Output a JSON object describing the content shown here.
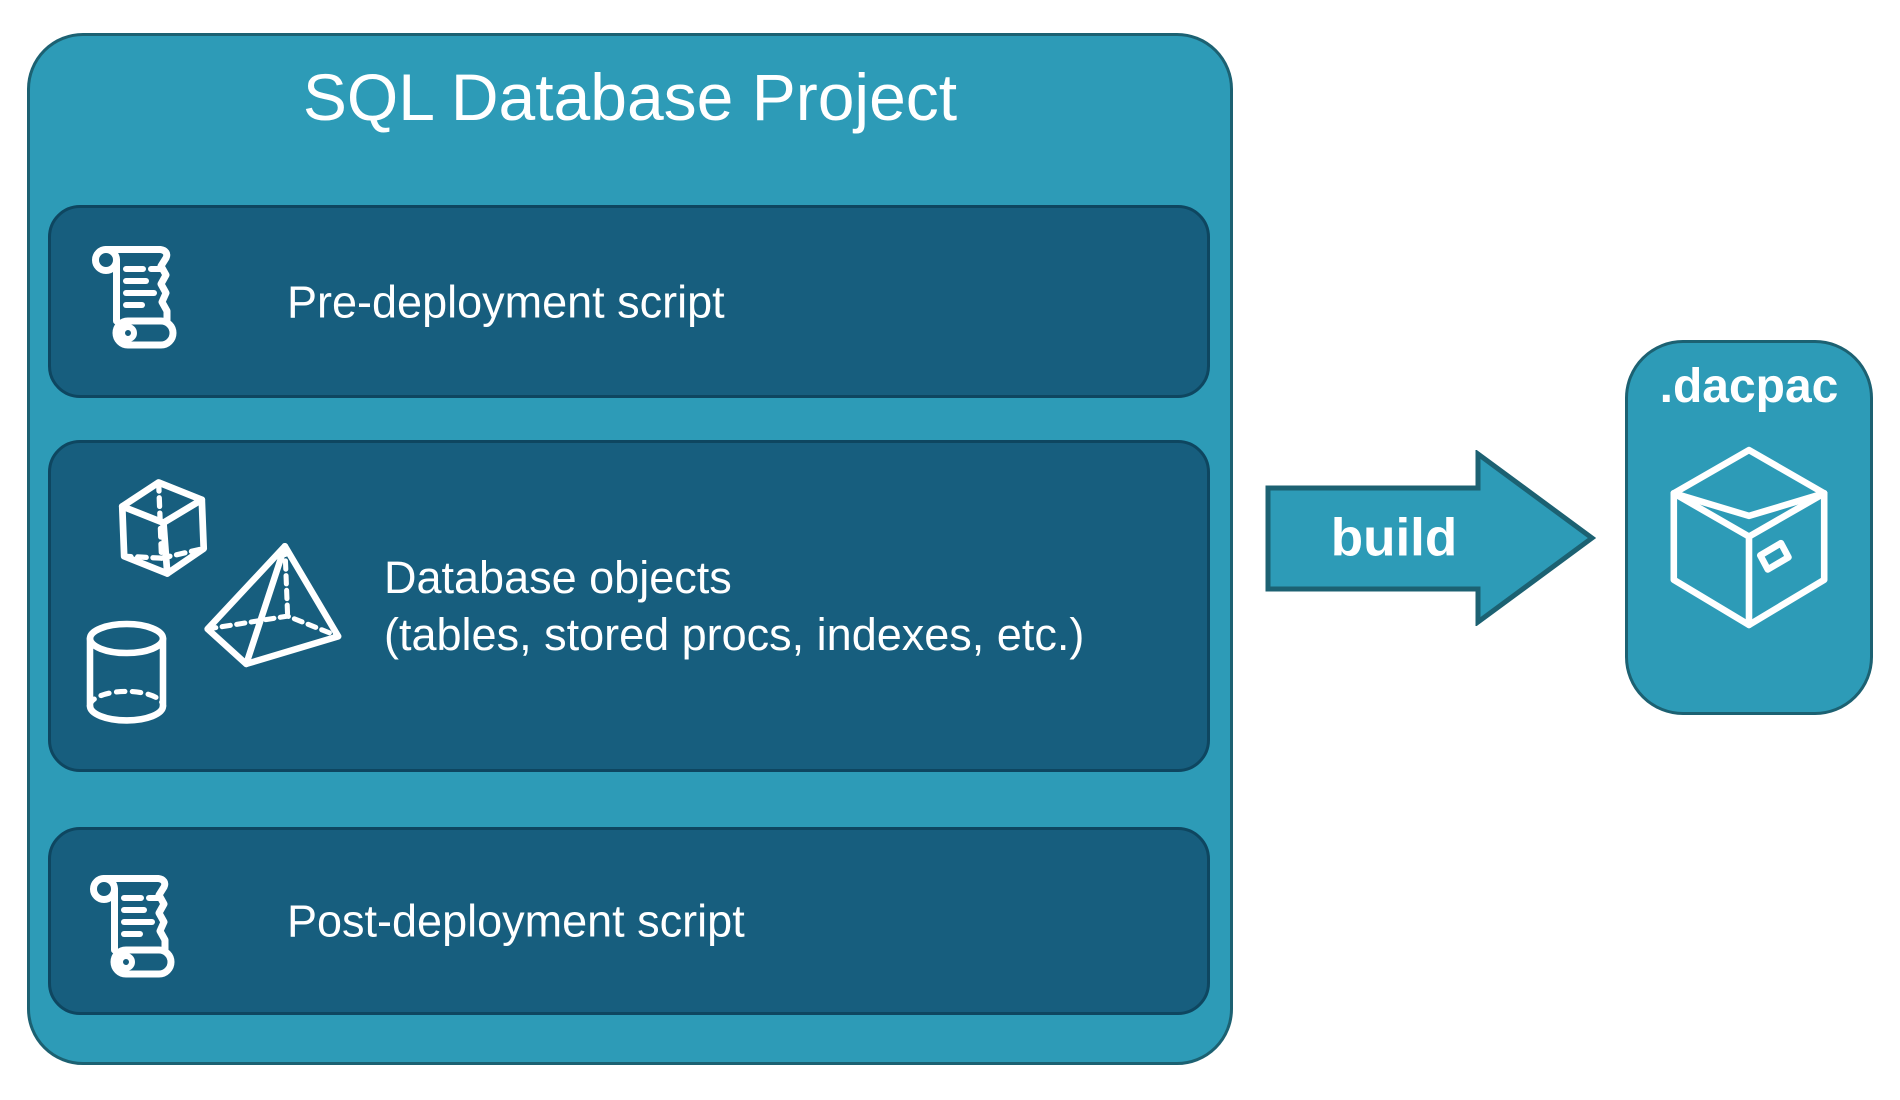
{
  "colors": {
    "canvas_bg": "#FFFFFF",
    "teal": "#2D9BB7",
    "teal_border": "#1C6172",
    "dark_box": "#175E7E",
    "dark_box_border": "#0E4660",
    "text": "#FFFFFF"
  },
  "project": {
    "title": "SQL Database Project",
    "boxes": [
      {
        "label": "Pre-deployment script",
        "icon": "scroll-icon"
      },
      {
        "label_line1": "Database objects",
        "label_line2": "(tables, stored procs, indexes, etc.)",
        "icons": [
          "cube-icon",
          "pyramid-icon",
          "cylinder-icon"
        ]
      },
      {
        "label": "Post-deployment script",
        "icon": "scroll-icon"
      }
    ]
  },
  "arrow": {
    "label": "build"
  },
  "output_box": {
    "label": ".dacpac",
    "icon": "package-icon"
  }
}
